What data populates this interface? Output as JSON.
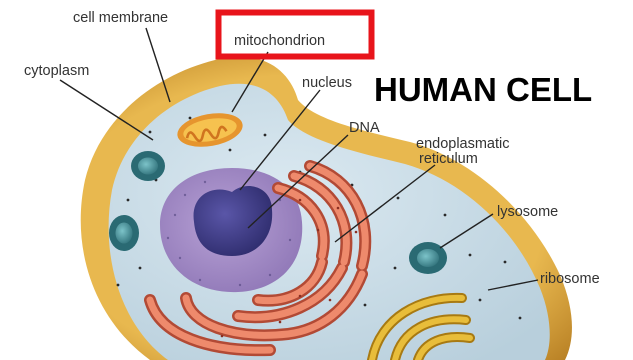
{
  "title": "HUMAN CELL",
  "labels": {
    "cell_membrane": "cell membrane",
    "mitochondrion": "mitochondrion",
    "cytoplasm": "cytoplasm",
    "nucleus": "nucleus",
    "dna": "DNA",
    "er_line1": "endoplasmatic",
    "er_line2": "reticulum",
    "lysosome": "lysosome",
    "ribosome": "ribosome"
  },
  "highlight": {
    "target": "mitochondrion",
    "color": "#e8141b"
  },
  "colors": {
    "membrane": "#d4a23c",
    "cytoplasm": "#c9dbe6",
    "nucleus_outer": "#a98fc6",
    "nucleus_inner": "#3f3c85",
    "er": "#e2785c",
    "mitochondrion": "#e89a3a",
    "lysosome": "#3f8e96",
    "golgi": "#d7a520"
  }
}
